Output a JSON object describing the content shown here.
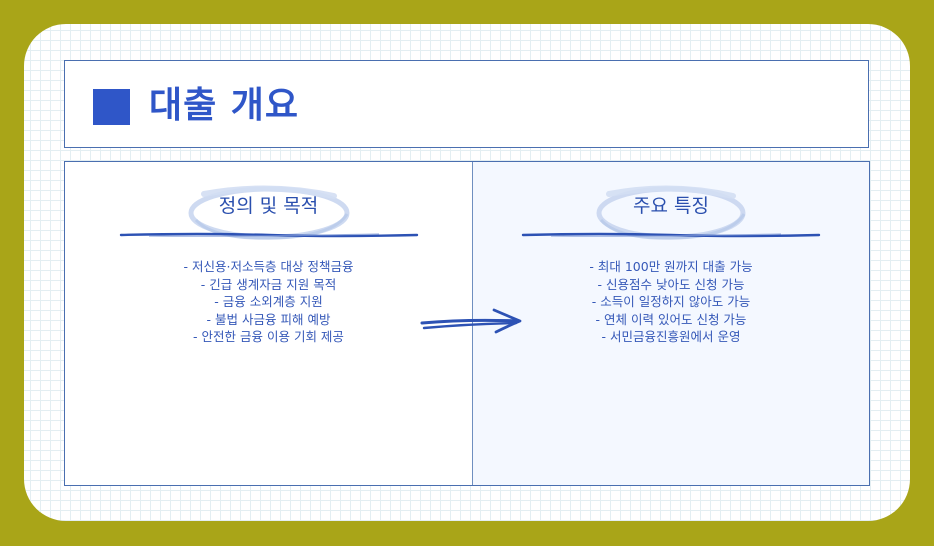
{
  "header": {
    "title": "대출 개요",
    "accent_color": "#2f56c8"
  },
  "colors": {
    "outer_background": "#a9a518",
    "card_background": "#ffffff",
    "grid_line": "#e3eef2",
    "panel_border": "#4a6fb0",
    "text_blue": "#3558b8",
    "right_panel_background": "#f4f8ff"
  },
  "panels": [
    {
      "heading": "정의 및 목적",
      "items": [
        "- 저신용·저소득층 대상 정책금융",
        "- 긴급 생계자금 지원 목적",
        "- 금융 소외계층 지원",
        "- 불법 사금융 피해 예방",
        "- 안전한 금융 이용 기회 제공"
      ]
    },
    {
      "heading": "주요 특징",
      "items": [
        "- 최대 100만 원까지 대출 가능",
        "- 신용점수 낮아도 신청 가능",
        "- 소득이 일정하지 않아도 가능",
        "- 연체 이력 있어도 신청 가능",
        "- 서민금융진흥원에서 운영"
      ]
    }
  ],
  "icons": {
    "arrow": "right-arrow-icon",
    "header_marker": "square-icon"
  }
}
